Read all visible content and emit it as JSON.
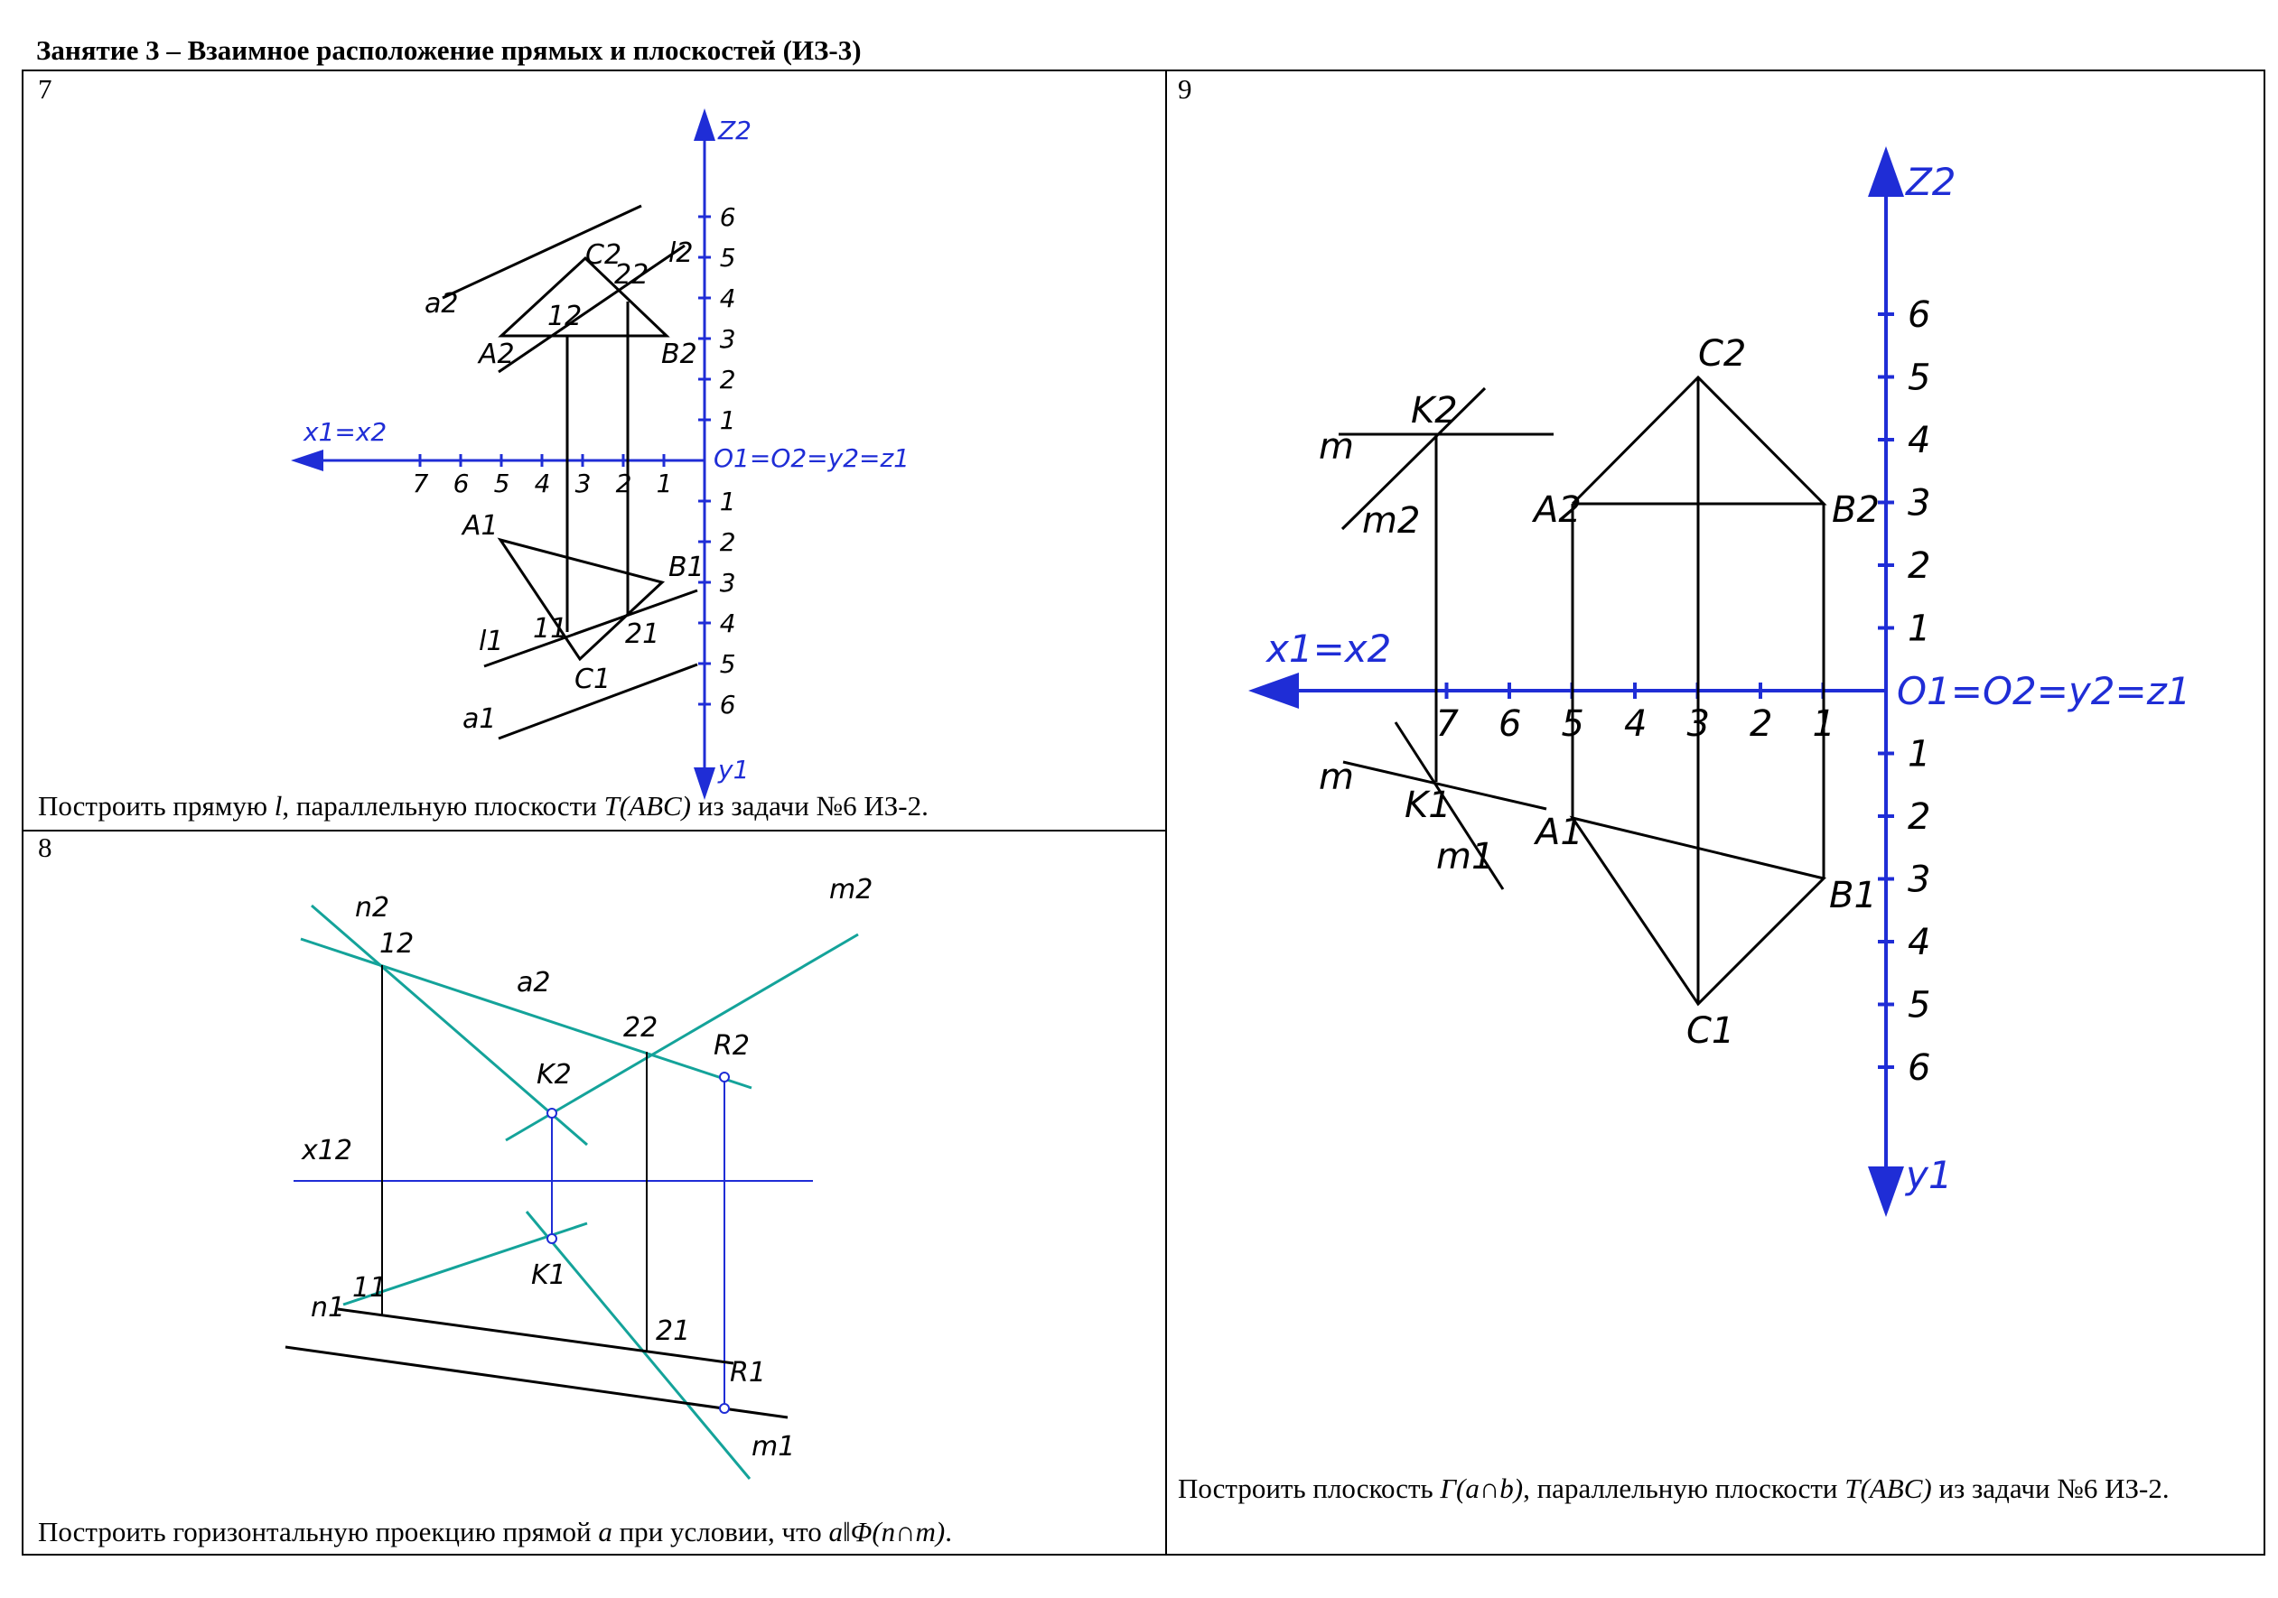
{
  "title": "Занятие 3 – Взаимное расположение прямых и плоскостей (ИЗ-3)",
  "colors": {
    "axis": "#1f2dd6",
    "line": "#000000",
    "teal": "#14a39a"
  },
  "p7": {
    "number": "7",
    "caption": {
      "pre": "Построить прямую ",
      "l": "l",
      "mid": ", параллельную плоскости ",
      "t": "T(ABC)",
      "post": " из задачи №6 ИЗ-2."
    },
    "labels": {
      "z2": "Z2",
      "y1": "y1",
      "x": "x1=x2",
      "o": "O1=O2=y2=z1",
      "a2": "a2",
      "a1": "a1",
      "l2": "l2",
      "l1": "l1",
      "A2": "A2",
      "B2": "B2",
      "C2": "C2",
      "A1": "A1",
      "B1": "B1",
      "C1": "C1",
      "p12": "12",
      "p22": "22",
      "p11": "11",
      "p21": "21"
    },
    "xticks": [
      "7",
      "6",
      "5",
      "4",
      "3",
      "2",
      "1"
    ],
    "zticks": [
      "1",
      "2",
      "3",
      "4",
      "5",
      "6"
    ],
    "yticks": [
      "1",
      "2",
      "3",
      "4",
      "5",
      "6"
    ]
  },
  "p8": {
    "number": "8",
    "caption": {
      "pre": "Построить горизонтальную проекцию прямой ",
      "a": "a",
      "mid": " при условии, что ",
      "cond": "a‖Φ(n∩m)",
      "post": "."
    },
    "labels": {
      "n2": "n2",
      "m2": "m2",
      "a2": "a2",
      "p12": "12",
      "p22": "22",
      "K2": "K2",
      "R2": "R2",
      "x12": "x12",
      "n1": "n1",
      "p11": "11",
      "K1": "K1",
      "p21": "21",
      "R1": "R1",
      "m1": "m1"
    }
  },
  "p9": {
    "number": "9",
    "caption": {
      "pre": "Построить плоскость ",
      "g": "Γ(a∩b)",
      "mid": ", параллельную плоскости ",
      "t": "T(ABC)",
      "post": " из задачи №6 ИЗ-2."
    },
    "labels": {
      "z2": "Z2",
      "y1": "y1",
      "x": "x1=x2",
      "o": "O1=O2=y2=z1",
      "K2": "K2",
      "K1": "K1",
      "m2": "m2",
      "m1": "m1",
      "m_top": "m",
      "m_bot": "m",
      "A2": "A2",
      "B2": "B2",
      "C2": "C2",
      "A1": "A1",
      "B1": "B1",
      "C1": "C1"
    },
    "xticks": [
      "7",
      "6",
      "5",
      "4",
      "3",
      "2",
      "1"
    ],
    "zticks": [
      "1",
      "2",
      "3",
      "4",
      "5",
      "6"
    ],
    "yticks": [
      "1",
      "2",
      "3",
      "4",
      "5",
      "6"
    ]
  }
}
